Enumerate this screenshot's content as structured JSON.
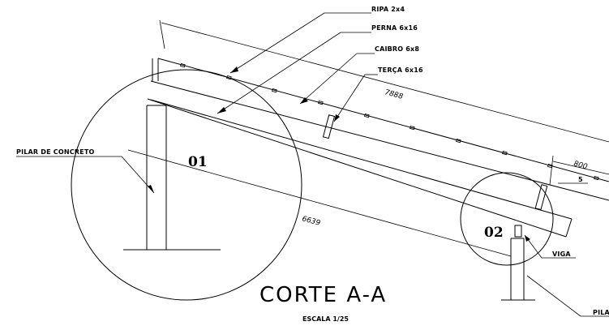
{
  "drawing": {
    "labels": {
      "ripa": "RIPA 2x4",
      "perna": "PERNA 6x16",
      "caibro": "CAIBRO 6x8",
      "terca": "TERÇA 6x16",
      "pilar_concreto": "PILAR DE CONCRETO",
      "viga": "VIGA",
      "pilar_right": "PILA"
    },
    "dimensions": {
      "top_length": "7888",
      "bottom_length": "6639",
      "spacing": "800",
      "small": "5"
    },
    "details": {
      "d1": "01",
      "d2": "02"
    },
    "title": "CORTE A-A",
    "scale": "ESCALA 1/25"
  }
}
